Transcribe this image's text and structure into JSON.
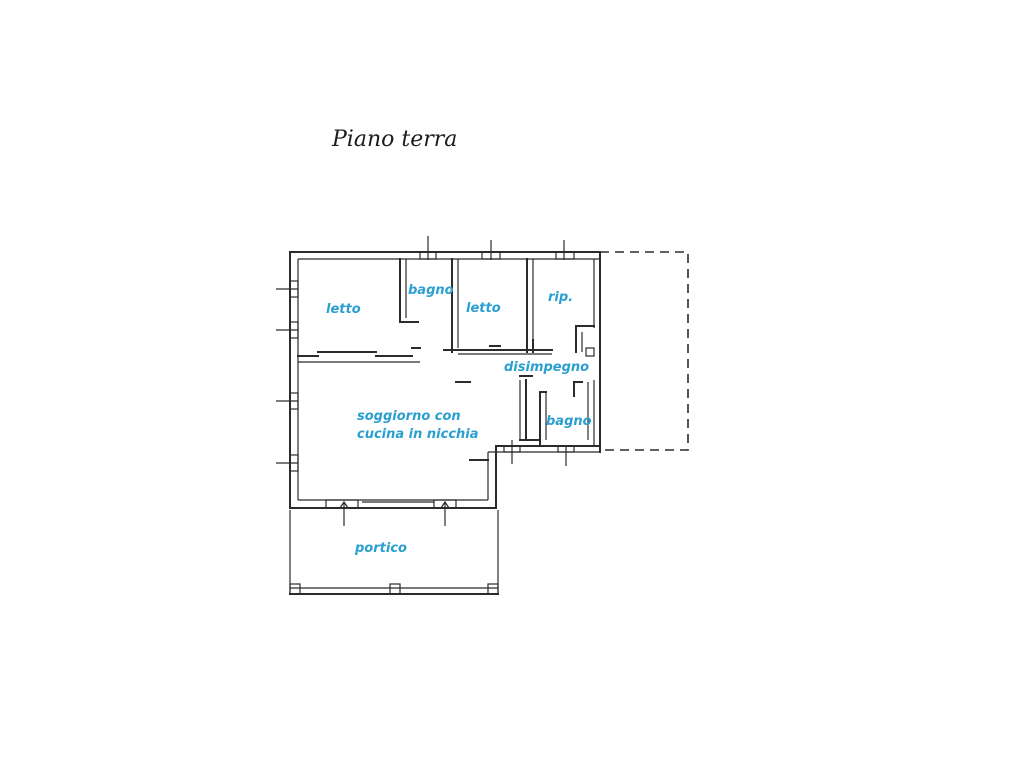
{
  "title": "Piano terra",
  "rooms": {
    "letto_1": "letto",
    "bagno_1": "bagno",
    "letto_2": "letto",
    "ripostiglio": "rip.",
    "disimpegno": "disimpegno",
    "soggiorno_line1": "soggiorno con",
    "soggiorno_line2": "cucina in nicchia",
    "bagno_2": "bagno",
    "portico": "portico"
  },
  "colors": {
    "label": "#2a9fd0",
    "wall": "#2b2b2b",
    "background": "#ffffff"
  }
}
